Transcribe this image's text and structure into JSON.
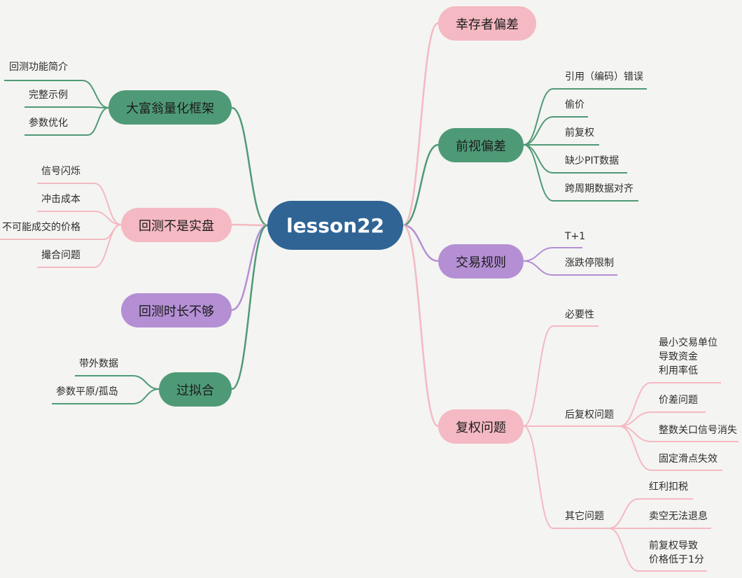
{
  "mindmap": {
    "root": "lesson22",
    "left": [
      {
        "label": "大富翁量化框架",
        "color": "#4f9a76",
        "children": [
          "回测功能简介",
          "完整示例",
          "参数优化"
        ]
      },
      {
        "label": "回测不是实盘",
        "color": "#f4b9c2",
        "children": [
          "信号闪烁",
          "冲击成本",
          "不可能成交的价格",
          "撮合问题"
        ]
      },
      {
        "label": "回测时长不够",
        "color": "#b48fd4",
        "children": []
      },
      {
        "label": "过拟合",
        "color": "#4f9a76",
        "children": [
          "带外数据",
          "参数平原/孤岛"
        ]
      }
    ],
    "right": [
      {
        "label": "幸存者偏差",
        "color": "#f4b9c2",
        "children": []
      },
      {
        "label": "前视偏差",
        "color": "#4f9a76",
        "children": [
          "引用（编码）错误",
          "偷价",
          "前复权",
          "缺少PIT数据",
          "跨周期数据对齐"
        ]
      },
      {
        "label": "交易规则",
        "color": "#b48fd4",
        "children": [
          "T+1",
          "涨跌停限制"
        ]
      },
      {
        "label": "复权问题",
        "color": "#f4b9c2",
        "children": [
          {
            "label": "必要性",
            "children": []
          },
          {
            "label": "后复权问题",
            "children": [
              "最小交易单位\n导致资金\n利用率低",
              "价差问题",
              "整数关口信号消失",
              "固定滑点失效"
            ]
          },
          {
            "label": "其它问题",
            "children": [
              "红利扣税",
              "卖空无法退息",
              "前复权导致\n价格低于1分"
            ]
          }
        ]
      }
    ]
  }
}
